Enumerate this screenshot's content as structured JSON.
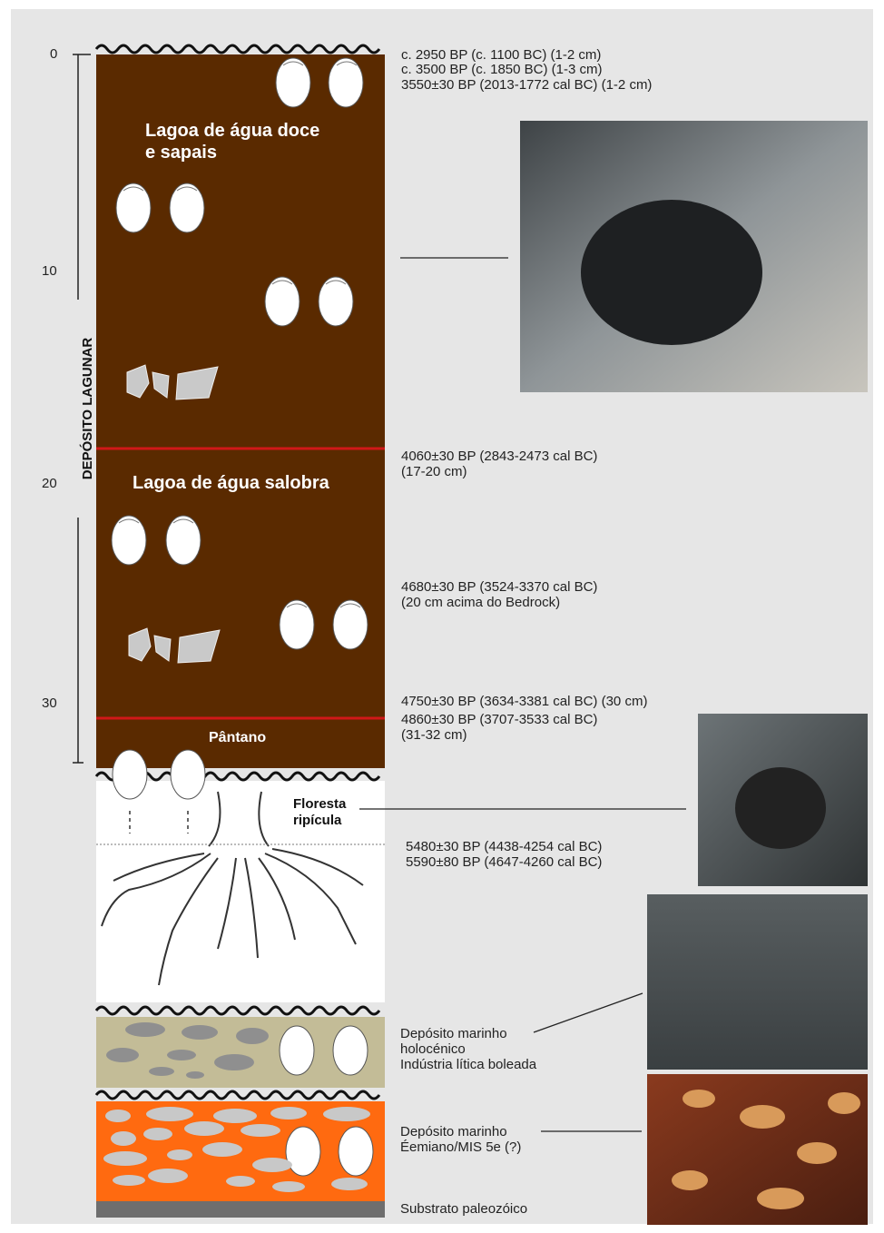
{
  "axis": {
    "ticks": [
      "0",
      "10",
      "20",
      "30"
    ],
    "label": "DEPÓSITO LAGUNAR"
  },
  "units": {
    "freshwater": "Lagoa de água doce\ne sapais",
    "brackish": "Lagoa de água salobra",
    "marsh": "Pântano",
    "forest": "Floresta\nripícula"
  },
  "dates": {
    "top_1": "c. 2950 BP (c. 1100 BC) (1-2 cm)",
    "top_2": "c. 3500 BP (c. 1850 BC) (1-3 cm)",
    "top_3": "3550±30 BP (2013-1772 cal BC) (1-2 cm)",
    "d4060": "4060±30 BP (2843-2473 cal BC)\n(17-20 cm)",
    "d4680": "4680±30 BP (3524-3370 cal BC)\n(20 cm acima do Bedrock)",
    "d4750": "4750±30 BP (3634-3381 cal BC) (30 cm)",
    "d4860": "4860±30 BP (3707-3533 cal BC)\n(31-32 cm)",
    "d5480": "5480±30 BP (4438-4254 cal BC)\n5590±80 BP (4647-4260 cal BC)"
  },
  "lower": {
    "holocene": "Depósito marinho\nholocénico\nIndústria lítica boleada",
    "eemian": "Depósito marinho\nÉemiano/MIS 5e (?)",
    "substrate": "Substrato paleozóico"
  },
  "colors": {
    "lagoon": "#5a2a00",
    "red_line": "#d01818",
    "holocene_bg": "#c3bc97",
    "eemian_bg": "#ff6a10",
    "substrate": "#6e6e6e",
    "panel": "#e6e6e6"
  }
}
